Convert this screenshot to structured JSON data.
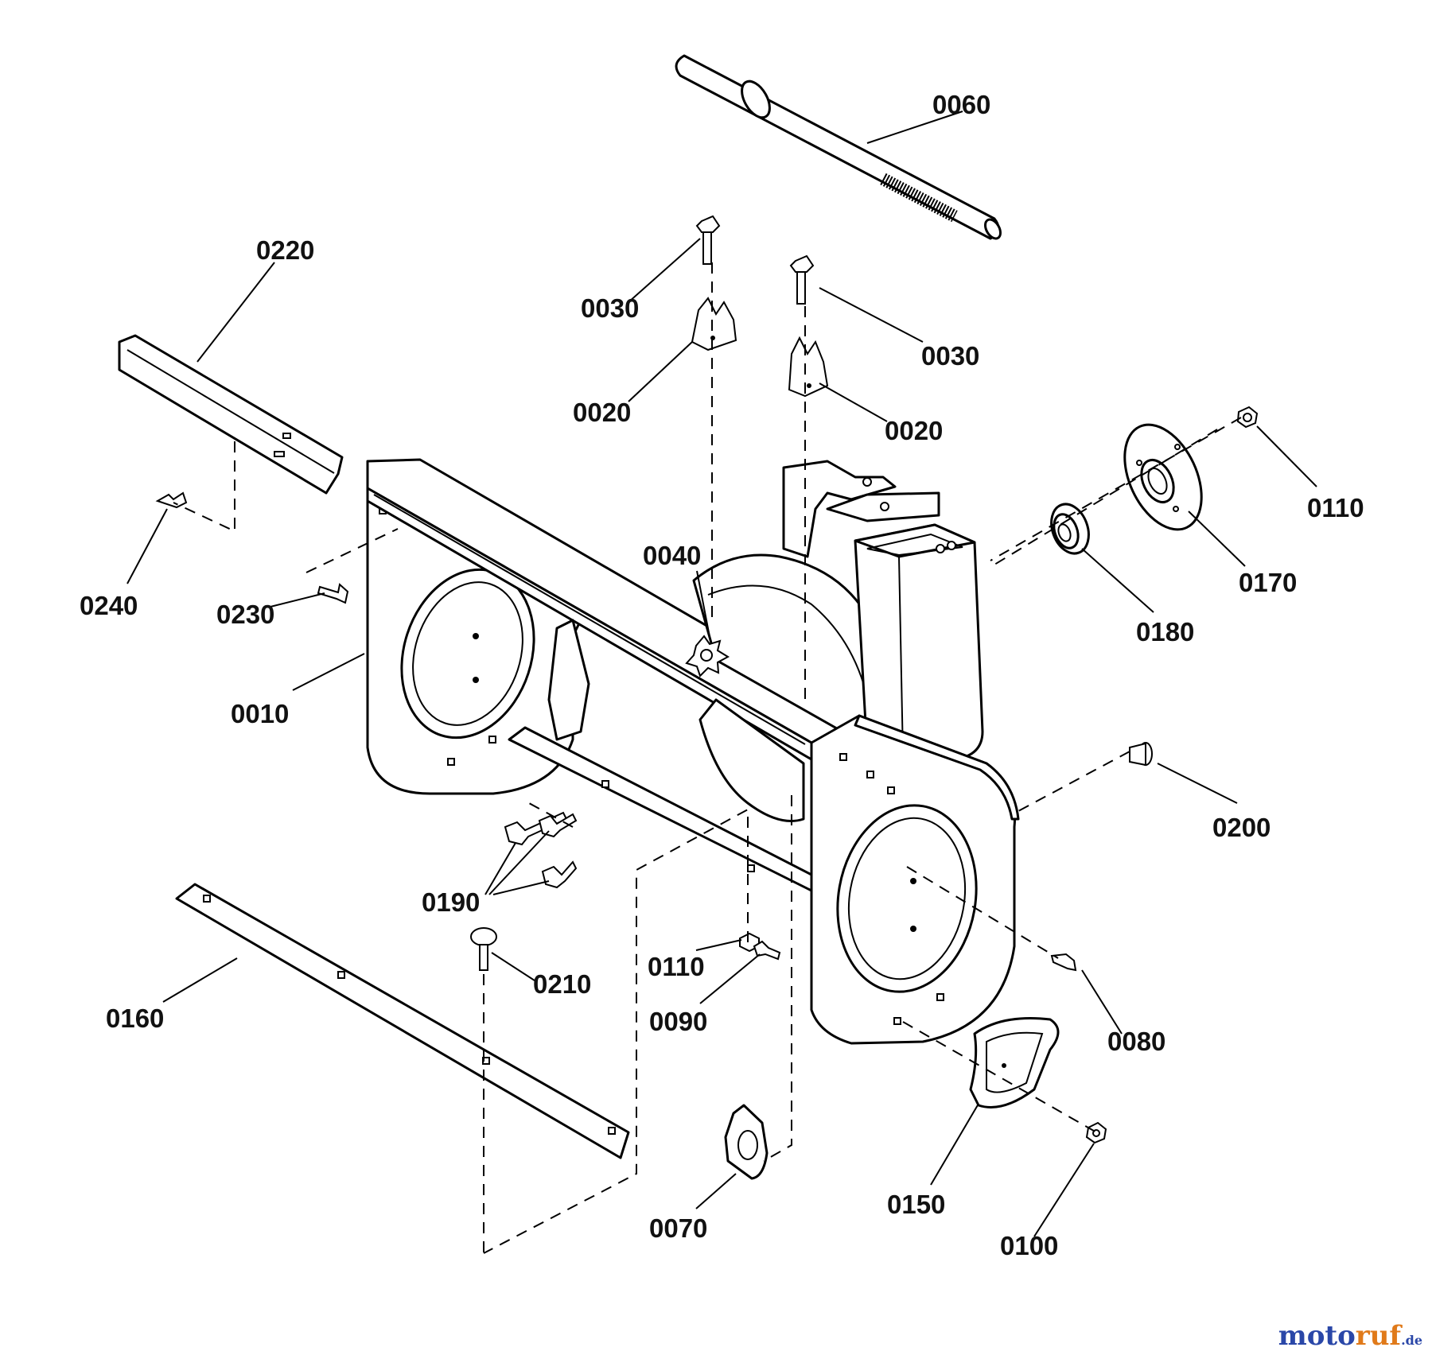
{
  "diagram": {
    "part_labels": [
      "0060",
      "0220",
      "0030",
      "0030",
      "0020",
      "0020",
      "0110",
      "0170",
      "0180",
      "0040",
      "0240",
      "0230",
      "0010",
      "0200",
      "0190",
      "0110",
      "0210",
      "0090",
      "0160",
      "0080",
      "0070",
      "0150",
      "0100"
    ]
  },
  "watermark": {
    "part1": "moto",
    "part2": "ruf",
    "part3": "",
    "tld": ".de"
  }
}
